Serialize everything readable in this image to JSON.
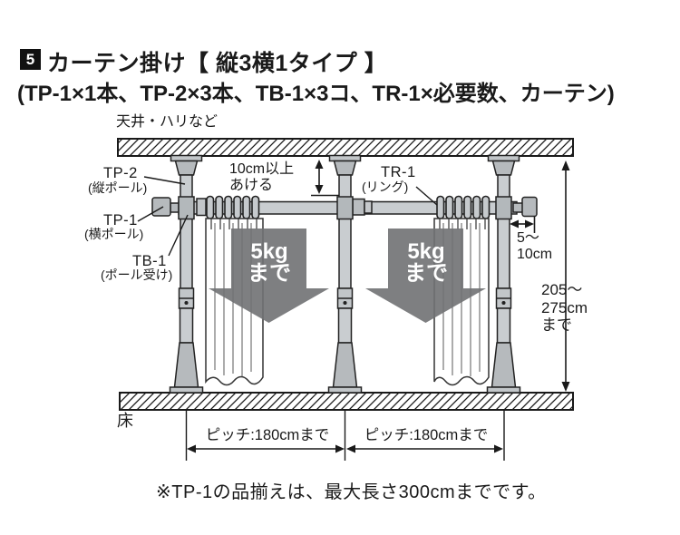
{
  "title": {
    "number": "5",
    "main": "カーテン掛け【 縦3横1タイプ 】",
    "parts_line": "(TP-1×1本、TP-2×3本、TB-1×3コ、TR-1×必要数、カーテン)"
  },
  "diagram": {
    "ceiling_label": "天井・ハリなど",
    "floor_label": "床",
    "tp2": {
      "code": "TP-2",
      "name": "(縦ポール)"
    },
    "tp1": {
      "code": "TP-1",
      "name": "(横ポール)"
    },
    "tb1": {
      "code": "TB-1",
      "name": "(ポール受け)"
    },
    "tr1": {
      "code": "TR-1",
      "name": "(リング)"
    },
    "top_gap": {
      "line1": "10cm以上",
      "line2": "あける"
    },
    "side_gap": {
      "line1": "5～",
      "line2": "10cm"
    },
    "height_range": {
      "line1": "205～",
      "line2": "275cm",
      "line3": "まで"
    },
    "max_load": {
      "line1": "5kg",
      "line2": "まで"
    },
    "pitch_left": "ピッチ:180cmまで",
    "pitch_right": "ピッチ:180cmまで",
    "note": "※TP-1の品揃えは、最大長さ300cmまでです。"
  },
  "colors": {
    "line": "#1a1a1a",
    "pole_fill": "#c9cdd0",
    "fitting_fill": "#b6babd",
    "arrow_fill": "#707173",
    "arrow_text": "#ffffff",
    "background": "#ffffff"
  }
}
